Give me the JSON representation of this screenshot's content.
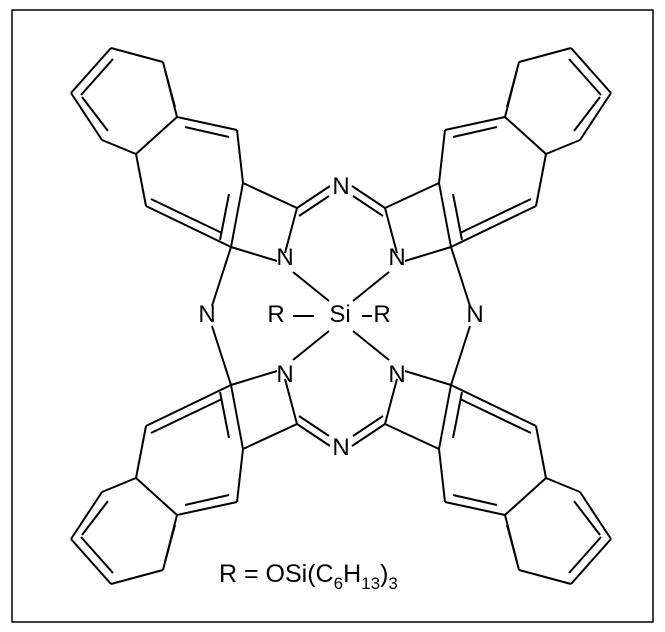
{
  "atoms": {
    "N": "N",
    "Si": "Si",
    "R": "R"
  },
  "formula": {
    "prefix": "R = OSi(C",
    "sub1": "6",
    "mid": "H",
    "sub2": "13",
    "suffix": ")",
    "sub3": "3"
  },
  "colors": {
    "ink": "#000000",
    "background": "#ffffff"
  }
}
